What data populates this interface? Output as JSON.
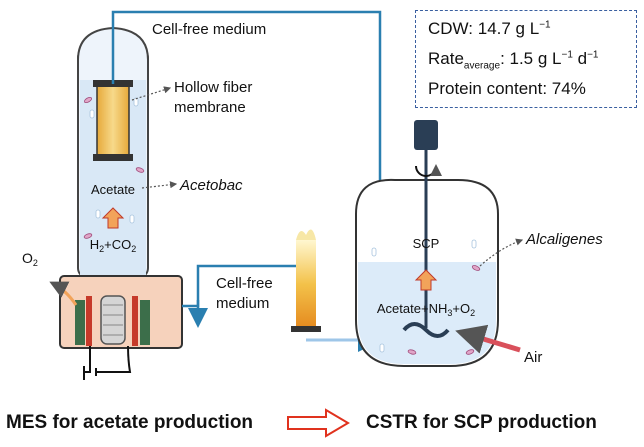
{
  "labels": {
    "cell_free_top": "Cell-free medium",
    "hollow_fiber_1": "Hollow fiber",
    "hollow_fiber_2": "membrane",
    "acetate": "Acetate",
    "acetobac": "Acetobac",
    "h2co2_h": "H",
    "h2co2_sub1": "2",
    "h2co2_mid": "+CO",
    "h2co2_sub2": "2",
    "o2_base": "O",
    "o2_sub": "2",
    "cell_free_mid_1": "Cell-free",
    "cell_free_mid_2": "medium",
    "scp": "SCP",
    "alcaligenes": "Alcaligenes",
    "feed_acetate": "Acetate+NH",
    "feed_nh3_sub": "3",
    "feed_plus_o": "+O",
    "feed_o2_sub": "2",
    "air": "Air"
  },
  "stats": {
    "cdw_prefix": "CDW: 14.7 g L",
    "cdw_sup": "−1",
    "rate_base": "Rate",
    "rate_sub": "average",
    "rate_value": ": 1.5 g L",
    "rate_sup1": "−1",
    "rate_d": " d",
    "rate_sup2": "−1",
    "protein": "Protein content: 74%"
  },
  "footer": {
    "mes_caption": "MES for acetate production",
    "cstr_caption": "CSTR for SCP production"
  },
  "colors": {
    "line_blue": "#2a7fb0",
    "pale_blue": "#d9e8f6",
    "liquid_blue": "#dcebf9",
    "peach": "#f6d2bc",
    "accent_red": "#e0321e",
    "arrow_orange": "#f2a35a"
  }
}
